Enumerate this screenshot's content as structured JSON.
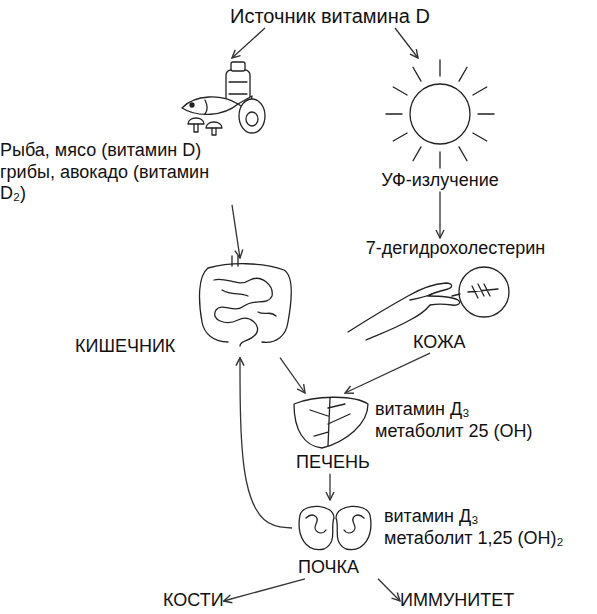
{
  "diagram": {
    "nodes": [
      {
        "text": [
          "Источник витамина D"
        ]
      },
      {
        "text": [
          "Рыба, мясо (витамин D) грибы, авокадо (витамин D₂)"
        ]
      },
      {
        "text": [
          "УФ-излучение"
        ]
      },
      {
        "text": [
          "7-дегидрохолестерин",
          "КОЖА"
        ]
      },
      {
        "text": [
          "КИШЕЧНИК"
        ]
      },
      {
        "text": [
          "витамин Д₃ метаболит 25 (ОН)",
          "ПЕЧЕНЬ"
        ]
      },
      {
        "text": [
          "витамин Д₃ метаболит 1,25 (ОН)₂",
          "ПОЧКА"
        ]
      },
      {
        "text": [
          "КОСТИ"
        ]
      },
      {
        "text": [
          "ИММУНИТЕТ"
        ]
      }
    ],
    "edges": [
      {
        "from": 0,
        "to": 1,
        "arrow": "to"
      },
      {
        "from": 0,
        "to": 2,
        "arrow": "to"
      },
      {
        "from": 1,
        "to": 4,
        "arrow": "to"
      },
      {
        "from": 2,
        "to": 3,
        "arrow": "to"
      },
      {
        "from": 3,
        "to": 5,
        "arrow": "to"
      },
      {
        "from": 4,
        "to": 5,
        "arrow": "to"
      },
      {
        "from": 5,
        "to": 6,
        "arrow": "to"
      },
      {
        "from": 6,
        "to": 4,
        "arrow": "to"
      },
      {
        "from": 6,
        "to": 7,
        "arrow": "to"
      },
      {
        "from": 6,
        "to": 8,
        "arrow": "to"
      }
    ]
  }
}
